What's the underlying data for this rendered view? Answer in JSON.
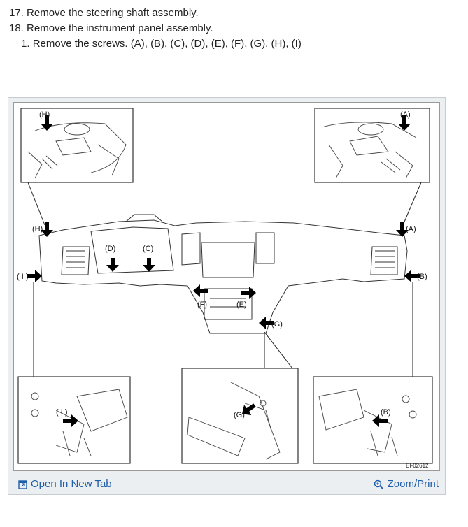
{
  "steps": [
    {
      "number": "17.",
      "text": "Remove the steering shaft assembly."
    },
    {
      "number": "18.",
      "text": "Remove the instrument panel assembly."
    }
  ],
  "substep": {
    "number": "1.",
    "text": "Remove the screws. (A), (B), (C), (D), (E), (F), (G), (H), (I)"
  },
  "figure": {
    "id_label": "EI-02612",
    "callouts": {
      "a": "(A)",
      "b": "(B)",
      "c": "(C)",
      "d": "(D)",
      "e": "(E)",
      "f": "(F)",
      "g": "(G)",
      "h": "(H)",
      "i": "( I )"
    }
  },
  "toolbar": {
    "open_label": "Open In New Tab",
    "zoom_label": "Zoom/Print"
  },
  "colors": {
    "link": "#1f5fa8",
    "frame_bg": "#eceff2"
  }
}
